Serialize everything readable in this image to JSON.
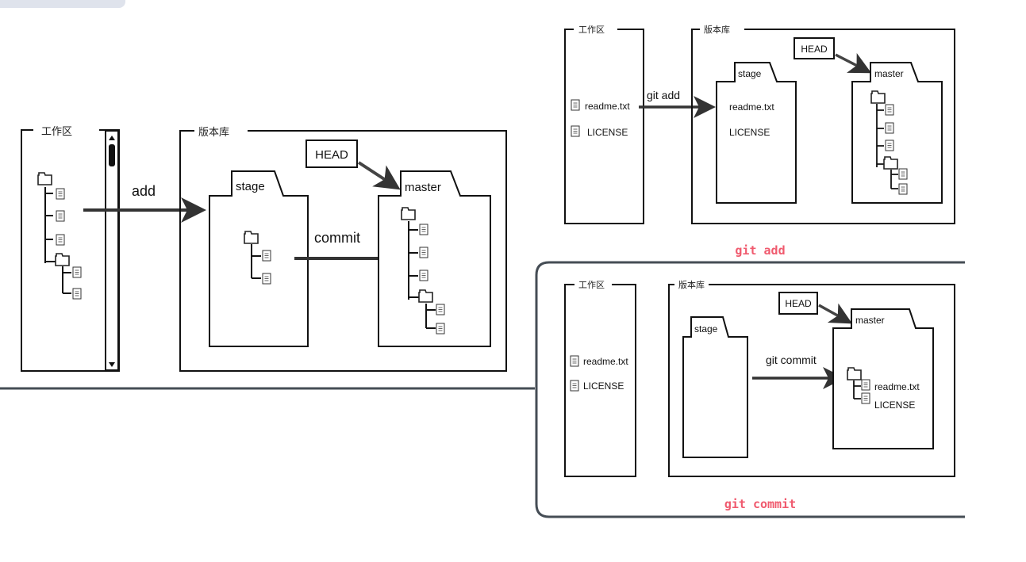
{
  "diagram": {
    "main": {
      "workspace_label": "工作区",
      "repository_label": "版本库",
      "stage_label": "stage",
      "master_label": "master",
      "head_label": "HEAD",
      "add_label": "add",
      "commit_label": "commit"
    },
    "git_add_panel": {
      "workspace_label": "工作区",
      "repository_label": "版本库",
      "workspace_files": [
        "readme.txt",
        "LICENSE"
      ],
      "stage_label": "stage",
      "stage_files": [
        "readme.txt",
        "LICENSE"
      ],
      "master_label": "master",
      "head_label": "HEAD",
      "arrow_label": "git add",
      "caption": "git add"
    },
    "git_commit_panel": {
      "workspace_label": "工作区",
      "repository_label": "版本库",
      "workspace_files": [
        "readme.txt",
        "LICENSE"
      ],
      "stage_label": "stage",
      "master_label": "master",
      "master_files": [
        "readme.txt",
        "LICENSE"
      ],
      "head_label": "HEAD",
      "arrow_label": "git commit",
      "caption": "git commit"
    },
    "colors": {
      "caption": "#f05a6e",
      "connector": "#454d55",
      "ink": "#111111",
      "arrow": "#333333"
    }
  }
}
